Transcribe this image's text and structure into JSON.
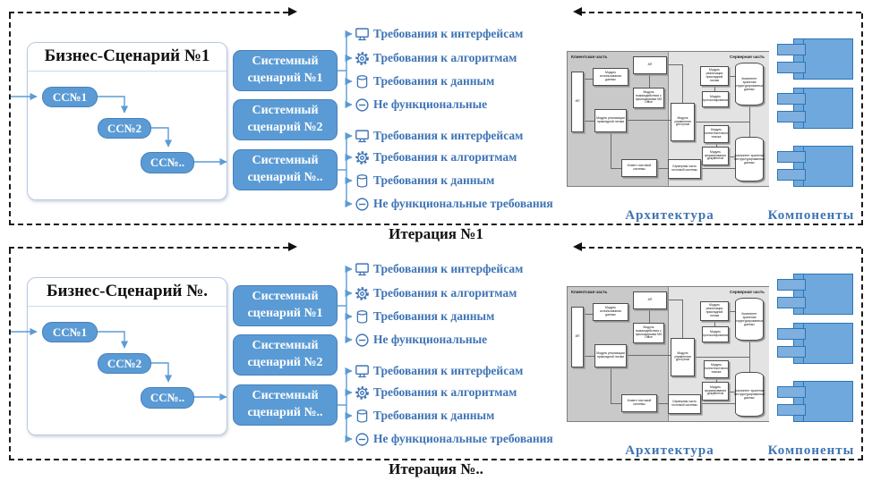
{
  "iterations": [
    {
      "label": "Итерация №1",
      "business_title": "Бизнес-Сценарий №1",
      "system_scenarios": [
        "Системный сценарий №1",
        "Системный сценарий №2",
        "Системный сценарий №.."
      ]
    },
    {
      "label": "Итерация №..",
      "business_title": "Бизнес-Сценарий №.",
      "system_scenarios": [
        "Системный сценарий №1",
        "Системный сценарий №2",
        "Системный сценарий №.."
      ]
    }
  ],
  "business_nodes": [
    "СС№1",
    "СС№2",
    "СС№.."
  ],
  "requirements": {
    "group1": [
      "Требования к интерфейсам",
      "Требования к алгоритмам",
      "Требования к данным",
      "Не функциональные"
    ],
    "group2": [
      "Требования к интерфейсам",
      "Требования к алгоритмам",
      "Требования к данным",
      "Не функциональные требования"
    ],
    "icons": [
      "monitor-icon",
      "gear-icon",
      "database-icon",
      "minus-circle-icon"
    ]
  },
  "architecture": {
    "label": "Архитектура",
    "client_label": "Клиентская часть",
    "server_label": "Серверная часть",
    "boxes": {
      "ip": "ИП",
      "ap": "АП",
      "mod_data": "Модуль использования данных",
      "mod_office": "Модуль взаимодействия с приложениями MS Office",
      "mod_logic_client": "Модуль реализации прикладной логики",
      "mail_client": "Клиент почтовой системы",
      "mod_access": "Модуль управления доступом",
      "mail_server": "Серверная часть почтовой системы",
      "mod_logic_server": "Модуль реализации прикладной логики",
      "mod_protocol": "Модуль протоколирования",
      "mod_search": "Модуль полнотекстового поиска",
      "mod_docs": "Модуль формирования документов",
      "db1": "Компонент хранения структурированных данных",
      "db2": "Компонент хранения неструктурированных данных"
    }
  },
  "components_label": "Компоненты",
  "colors": {
    "accent_blue": "#5b9bd5",
    "text_blue": "#3e74b5",
    "component_fill": "#6fa8dc",
    "dash_black": "#1a1a1a"
  }
}
